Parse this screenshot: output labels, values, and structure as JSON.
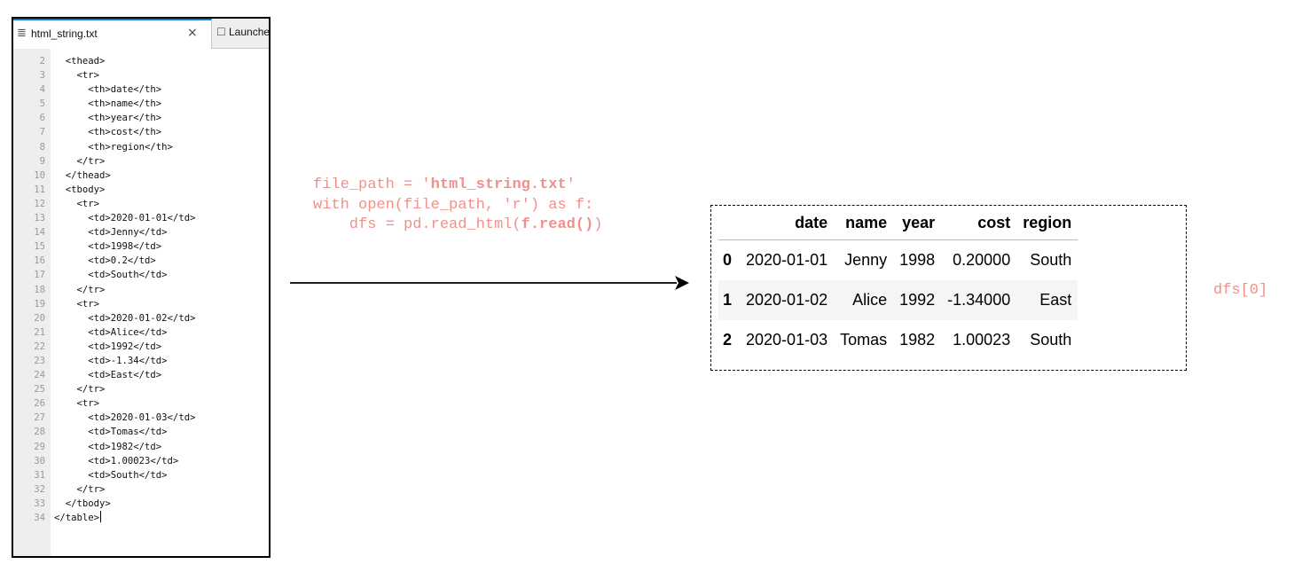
{
  "editor": {
    "tabs": [
      {
        "title": "html_string.txt",
        "icon": "text-file-icon",
        "active": true
      },
      {
        "title": "Launche",
        "icon": "launcher-icon",
        "active": false
      }
    ],
    "close_glyph": "×",
    "lines": [
      {
        "num": "2",
        "text": "  <thead>"
      },
      {
        "num": "3",
        "text": "    <tr>"
      },
      {
        "num": "4",
        "text": "      <th>date</th>"
      },
      {
        "num": "5",
        "text": "      <th>name</th>"
      },
      {
        "num": "6",
        "text": "      <th>year</th>"
      },
      {
        "num": "7",
        "text": "      <th>cost</th>"
      },
      {
        "num": "8",
        "text": "      <th>region</th>"
      },
      {
        "num": "9",
        "text": "    </tr>"
      },
      {
        "num": "10",
        "text": "  </thead>"
      },
      {
        "num": "11",
        "text": "  <tbody>"
      },
      {
        "num": "12",
        "text": "    <tr>"
      },
      {
        "num": "13",
        "text": "      <td>2020-01-01</td>"
      },
      {
        "num": "14",
        "text": "      <td>Jenny</td>"
      },
      {
        "num": "15",
        "text": "      <td>1998</td>"
      },
      {
        "num": "16",
        "text": "      <td>0.2</td>"
      },
      {
        "num": "17",
        "text": "      <td>South</td>"
      },
      {
        "num": "18",
        "text": "    </tr>"
      },
      {
        "num": "19",
        "text": "    <tr>"
      },
      {
        "num": "20",
        "text": "      <td>2020-01-02</td>"
      },
      {
        "num": "21",
        "text": "      <td>Alice</td>"
      },
      {
        "num": "22",
        "text": "      <td>1992</td>"
      },
      {
        "num": "23",
        "text": "      <td>-1.34</td>"
      },
      {
        "num": "24",
        "text": "      <td>East</td>"
      },
      {
        "num": "25",
        "text": "    </tr>"
      },
      {
        "num": "26",
        "text": "    <tr>"
      },
      {
        "num": "27",
        "text": "      <td>2020-01-03</td>"
      },
      {
        "num": "28",
        "text": "      <td>Tomas</td>"
      },
      {
        "num": "29",
        "text": "      <td>1982</td>"
      },
      {
        "num": "30",
        "text": "      <td>1.00023</td>"
      },
      {
        "num": "31",
        "text": "      <td>South</td>"
      },
      {
        "num": "32",
        "text": "    </tr>"
      },
      {
        "num": "33",
        "text": "  </tbody>"
      },
      {
        "num": "34",
        "text": "</table>"
      }
    ]
  },
  "snippet": {
    "line1_a": "file_path = '",
    "line1_b": "html_string.txt",
    "line1_c": "'",
    "line2": "with open(file_path, 'r') as f:",
    "line3_a": "    dfs = pd.read_html(",
    "line3_b": "f.read()",
    "line3_c": ")",
    "color": "#f0908a"
  },
  "dataframe": {
    "columns": [
      "date",
      "name",
      "year",
      "cost",
      "region"
    ],
    "rows": [
      {
        "index": "0",
        "cells": [
          "2020-01-01",
          "Jenny",
          "1998",
          "0.20000",
          "South"
        ]
      },
      {
        "index": "1",
        "cells": [
          "2020-01-02",
          "Alice",
          "1992",
          "-1.34000",
          "East"
        ]
      },
      {
        "index": "2",
        "cells": [
          "2020-01-03",
          "Tomas",
          "1982",
          "1.00023",
          "South"
        ]
      }
    ],
    "label": "dfs[0]"
  }
}
